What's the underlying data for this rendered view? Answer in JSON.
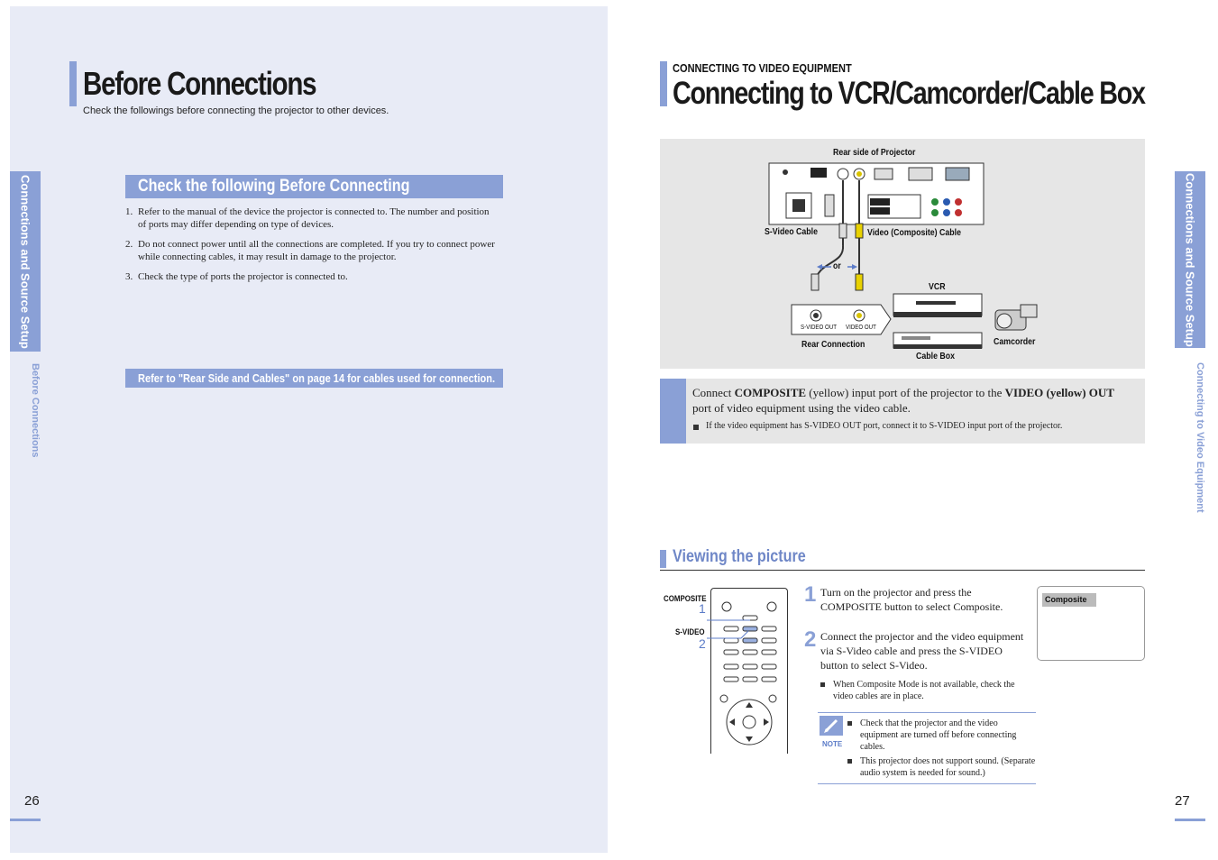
{
  "left": {
    "title": "Before Connections",
    "lead": "Check the followings before connecting the projector to other devices.",
    "side_tab": "Connections and Source Setup",
    "side_sub": "Before Connections",
    "page_number": "26",
    "check_header": "Check the following Before Connecting",
    "items": [
      {
        "n": "1.",
        "text": "Refer to the manual of the device the projector is connected to. The number and position of ports may differ depending on type of devices."
      },
      {
        "n": "2.",
        "text": "Do not connect power until all the connections are completed. If you try to connect power while connecting cables, it may result in damage to the projector."
      },
      {
        "n": "3.",
        "text": "Check the type of ports the projector is connected to."
      }
    ],
    "refer_bar": "Refer to \"Rear Side and Cables\" on page 14 for cables used for connection."
  },
  "right": {
    "eyebrow": "CONNECTING TO VIDEO EQUIPMENT",
    "title": "Connecting to VCR/Camcorder/Cable Box",
    "side_tab": "Connections and Source Setup",
    "side_sub": "Connecting to Video Equipment",
    "page_number": "27",
    "diagram": {
      "rear_label": "Rear side of Projector",
      "svideo_cable": "S-Video Cable",
      "video_cable": "Video (Composite) Cable",
      "or": "or",
      "vcr": "VCR",
      "svideo_out": "S-VIDEO OUT",
      "video_out": "VIDEO OUT",
      "rear_connection": "Rear Connection",
      "cable_box": "Cable Box",
      "camcorder": "Camcorder"
    },
    "info": {
      "p1": "Connect",
      "b1": "COMPOSITE",
      "p2": "(yellow) input port of the projector to the",
      "b2": "VIDEO (yellow) OUT",
      "p3": "port of video equipment using the video cable.",
      "n1": "If the video equipment has",
      "nb1": "S-VIDEO OUT",
      "n2": "port, connect it to",
      "nb2": "S-VIDEO",
      "n3": "input port of the projector."
    },
    "viewing_title": "Viewing the picture",
    "remote": {
      "composite": "COMPOSITE",
      "svideo": "S-VIDEO",
      "n1": "1",
      "n2": "2"
    },
    "step1": {
      "num": "1",
      "a": "Turn on the projector and press the",
      "b": "COMPOSITE",
      "c": "button to select",
      "d": "Composite",
      "e": "."
    },
    "step2": {
      "num": "2",
      "a": "Connect the projector and the video equipment via S-Video cable and press the",
      "b": "S-VIDEO",
      "c": "button to select",
      "d": "S-Video",
      "e": "."
    },
    "step_note": "When Composite Mode is not available, check the video cables are in place.",
    "osd_selected": "Composite",
    "note_label": "NOTE",
    "notes": [
      "Check that the projector and the video equipment are turned off before connecting cables.",
      "This projector does not support sound. (Separate audio system is needed for sound.)"
    ]
  },
  "colors": {
    "accent": "#8aa0d6",
    "panel": "#e8ebf6",
    "gray": "#e6e6e6"
  }
}
